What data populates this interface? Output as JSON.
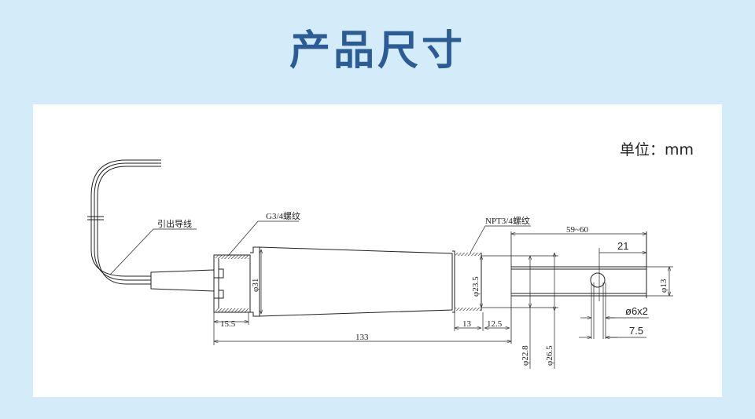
{
  "header": {
    "title": "产品尺寸"
  },
  "unit_label": "单位：mm",
  "labels": {
    "lead_wire": "引出导线",
    "g_thread": "G3/4螺纹",
    "npt_thread": "NPT3/4螺纹"
  },
  "dimensions": {
    "d31": "φ31",
    "l15_5": "15.5",
    "l133": "133",
    "d23_5": "φ23.5",
    "l13": "13",
    "l12_5": "12.5",
    "d22_8": "φ22.8",
    "d26_5": "φ26.5",
    "l59_60": "59~60",
    "l21": "21",
    "d13": "φ13",
    "hole": "ø6x2",
    "l7_5": "7.5"
  }
}
